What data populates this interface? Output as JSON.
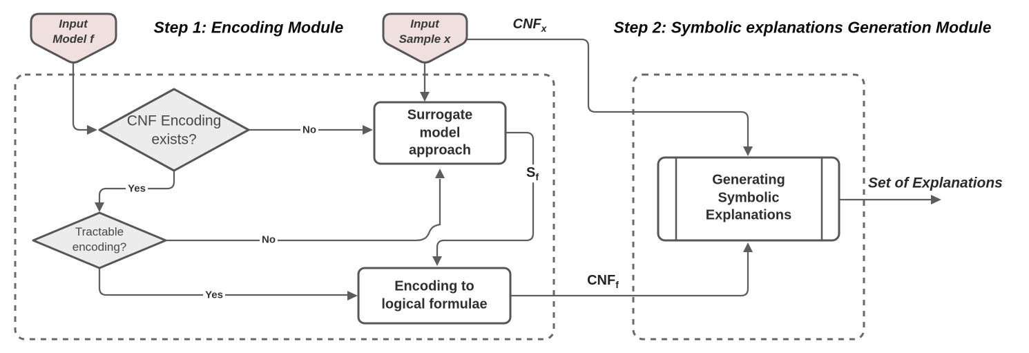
{
  "titles": {
    "step1": "Step 1: Encoding Module",
    "step2": "Step 2: Symbolic explanations Generation Module"
  },
  "inputs": {
    "model": "Input\nModel f",
    "sample": "Input\nSample x"
  },
  "decisions": {
    "cnf_exists": "CNF Encoding\nexists?",
    "tractable": "Tractable\nencoding?"
  },
  "processes": {
    "surrogate": "Surrogate\nmodel\napproach",
    "encoding": "Encoding to\nlogical formulae",
    "generating": "Generating\nSymbolic\nExplanations"
  },
  "edge_labels": {
    "no_cnf_exists": "No",
    "yes_cnf_exists": "Yes",
    "no_tractable": "No",
    "yes_tractable": "Yes",
    "cnf_x": {
      "base": "CNF",
      "sub": "x"
    },
    "cnf_f": {
      "base": "CNF",
      "sub": "f"
    },
    "s_f": {
      "base": "S",
      "sub": "f"
    },
    "output": "Set of Explanations"
  },
  "colors": {
    "line": "#5d5d5d",
    "shape_border": "#565656",
    "diamond_fill": "#ececec",
    "input_fill": "#f0dfdf",
    "process_fill": "#ffffff",
    "dashed_border": "#686868",
    "text_dark": "#2f2f2f",
    "text_diamond": "#474747",
    "title": "#0b0b0b",
    "bg": "#ffffff"
  }
}
